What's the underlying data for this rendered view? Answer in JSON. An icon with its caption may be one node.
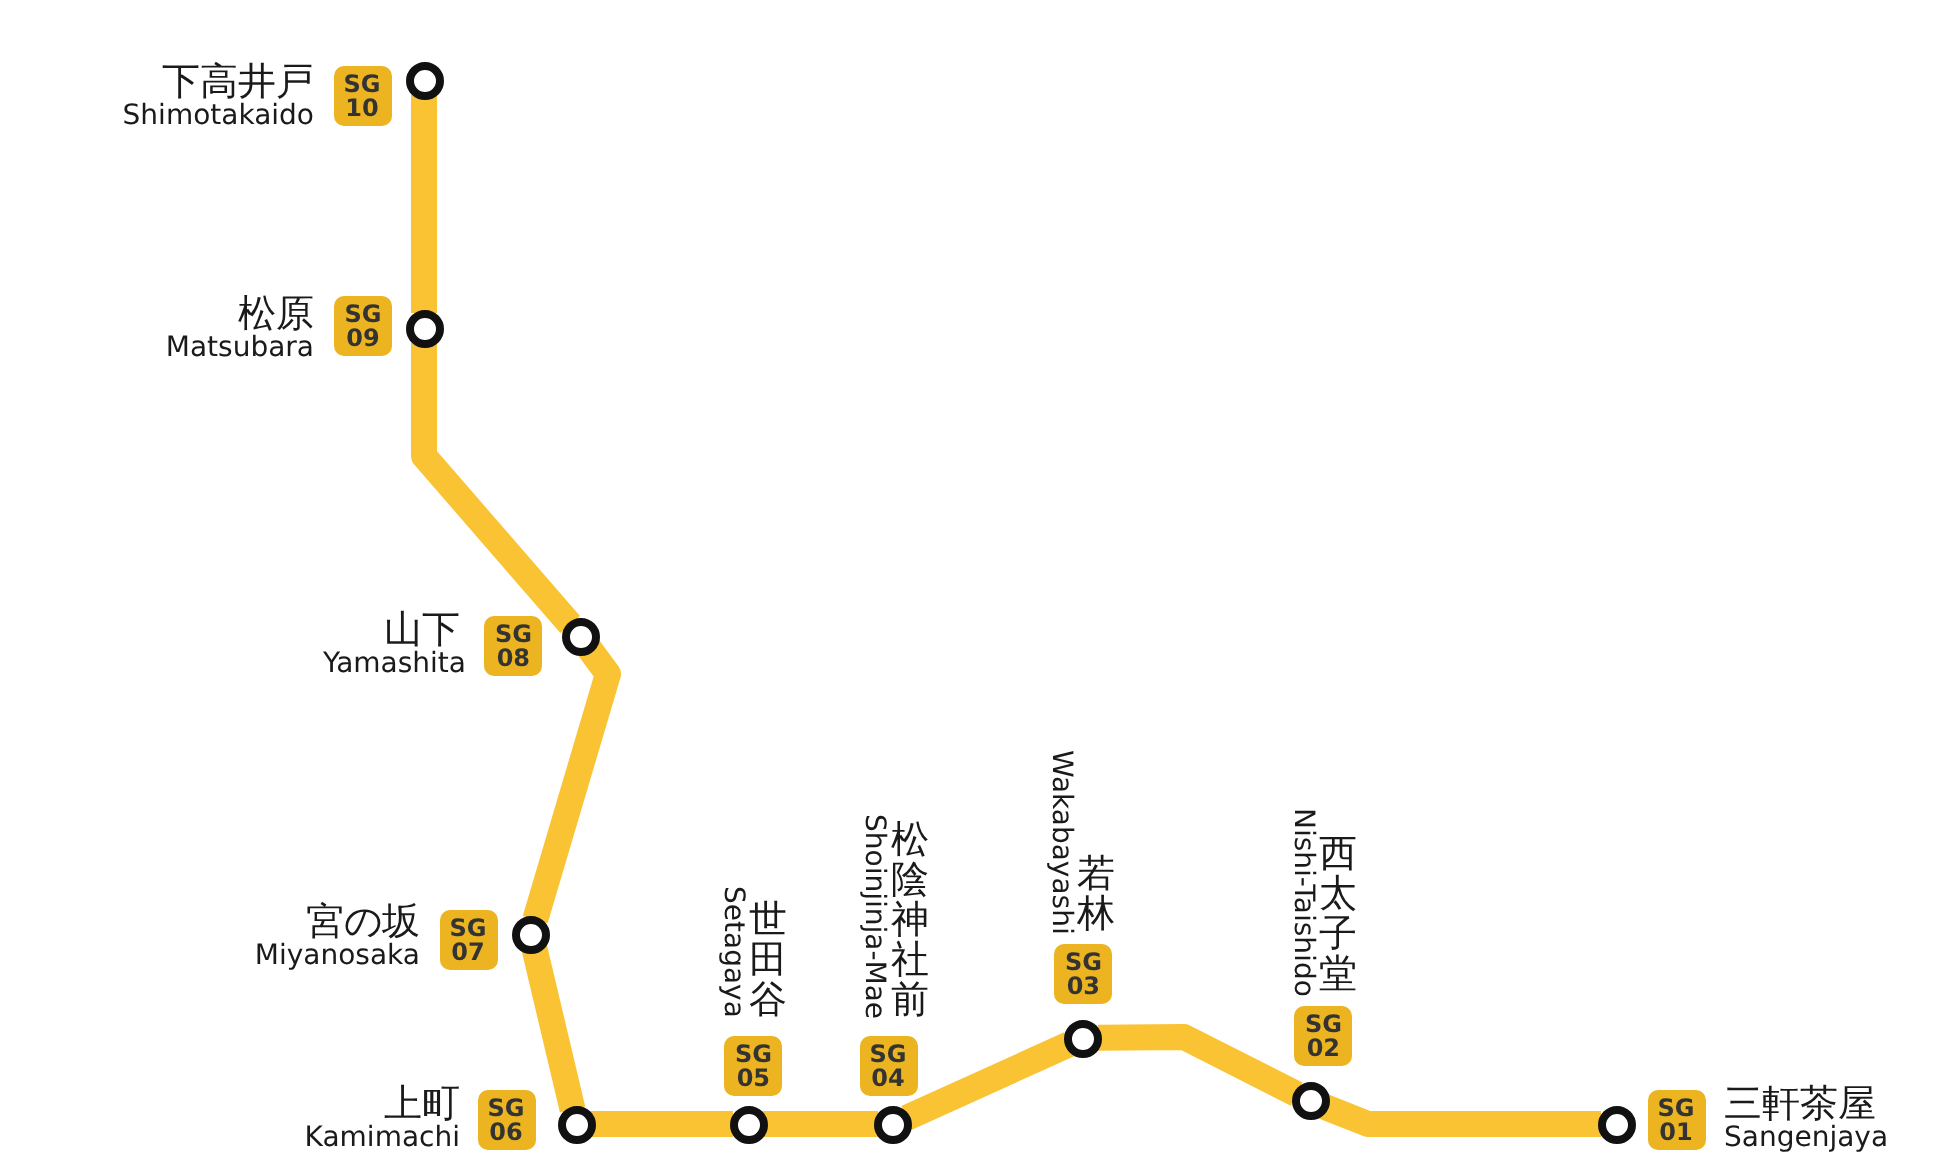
{
  "diagram": {
    "nodes": [
      {
        "text": [],
        "shape": "circle"
      },
      {
        "text": [
          "SG 10"
        ],
        "beside": [
          "下高井戸",
          "Shimotakaido"
        ]
      },
      {
        "text": [],
        "shape": "circle"
      },
      {
        "text": [
          "SG 09"
        ],
        "beside": [
          "松原",
          "Matsubara"
        ]
      },
      {
        "text": [],
        "shape": "circle"
      },
      {
        "text": [
          "SG 08"
        ],
        "beside": [
          "山下",
          "Yamashita"
        ]
      },
      {
        "text": [],
        "shape": "circle"
      },
      {
        "text": [
          "SG 07"
        ],
        "beside": [
          "宮の坂",
          "Miyanosaka"
        ]
      },
      {
        "text": [],
        "shape": "circle"
      },
      {
        "text": [
          "SG 06"
        ],
        "beside": [
          "上町",
          "Kamimachi"
        ]
      },
      {
        "text": [],
        "shape": "circle"
      },
      {
        "text": [
          "SG 05"
        ],
        "beside": [
          "世田谷",
          "Setagaya"
        ]
      },
      {
        "text": [],
        "shape": "circle"
      },
      {
        "text": [
          "SG 04"
        ],
        "beside": [
          "松陰神社前",
          "Shoinjinja-Mae"
        ]
      },
      {
        "text": [],
        "shape": "circle"
      },
      {
        "text": [
          "SG 03"
        ],
        "beside": [
          "若林",
          "Wakabayashi"
        ]
      },
      {
        "text": [],
        "shape": "circle"
      },
      {
        "text": [
          "SG 02"
        ],
        "beside": [
          "西太子堂",
          "Nishi-Taishido"
        ]
      },
      {
        "text": [],
        "shape": "circle"
      },
      {
        "text": [
          "SG 01"
        ],
        "beside": [
          "三軒茶屋",
          "Sangenjaya"
        ]
      }
    ],
    "edges": [
      {
        "from": 0,
        "to": 2,
        "arrow": "none"
      },
      {
        "from": 2,
        "to": 4,
        "arrow": "none"
      },
      {
        "from": 4,
        "to": 6,
        "arrow": "none"
      },
      {
        "from": 6,
        "to": 8,
        "arrow": "none"
      },
      {
        "from": 8,
        "to": 10,
        "arrow": "none"
      },
      {
        "from": 10,
        "to": 12,
        "arrow": "none"
      },
      {
        "from": 12,
        "to": 14,
        "arrow": "none"
      },
      {
        "from": 14,
        "to": 16,
        "arrow": "none"
      },
      {
        "from": 16,
        "to": 18,
        "arrow": "none"
      }
    ]
  }
}
